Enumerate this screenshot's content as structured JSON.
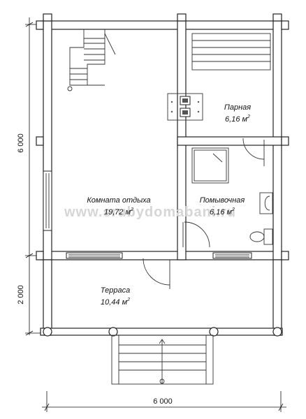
{
  "rooms": {
    "rest_room": {
      "name": "Комната отдыха",
      "area": "19,72 м",
      "sup": "2"
    },
    "steam_room": {
      "name": "Парная",
      "area": "6,16 м",
      "sup": "2"
    },
    "wash_room": {
      "name": "Помывочная",
      "area": "6,16 м",
      "sup": "2"
    },
    "terrace": {
      "name": "Терраса",
      "area": "10,44 м",
      "sup": "2"
    }
  },
  "dimensions": {
    "overall_height": "6 000",
    "terrace_depth": "2 000",
    "overall_width": "6 000"
  },
  "watermark": "www.srubydomabani.ru"
}
